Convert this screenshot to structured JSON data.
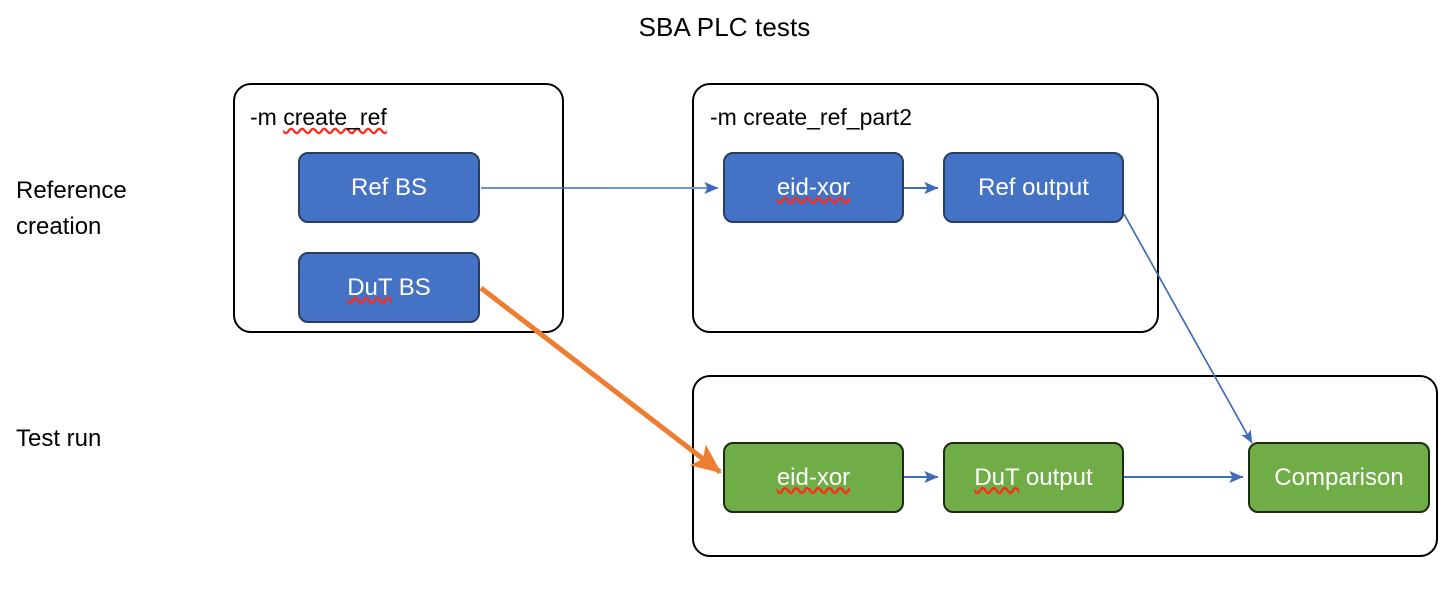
{
  "title": "SBA PLC tests",
  "row_labels": {
    "reference": "Reference\ncreation",
    "test_run": "Test run"
  },
  "groups": [
    {
      "id": "create-ref",
      "label_prefix": "-m ",
      "label_module": "create_ref",
      "misspelled": true
    },
    {
      "id": "create-ref-part2",
      "label_prefix": "-m ",
      "label_module": "create_ref_part2",
      "misspelled": false
    },
    {
      "id": "test-run",
      "label_prefix": "",
      "label_module": "",
      "misspelled": false
    }
  ],
  "nodes": {
    "ref_bs": {
      "label": "Ref BS",
      "color": "#4472C4"
    },
    "dut_bs_underlined": "DuT",
    "dut_bs_rest": " BS",
    "eid_xor_ref": {
      "label": "eid-xor",
      "color": "#4472C4"
    },
    "ref_output": {
      "label": "Ref output",
      "color": "#4472C4"
    },
    "eid_xor_test": {
      "label": "eid-xor",
      "color": "#70AD47"
    },
    "dut_output_underlined": "DuT",
    "dut_output_rest": " output",
    "comparison": {
      "label": "Comparison",
      "color": "#70AD47"
    }
  },
  "colors": {
    "blue_fill": "#4472C4",
    "blue_border": "#2A3E63",
    "green_fill": "#70AD47",
    "green_border": "#1d2b12",
    "blue_arrow": "#4472C4",
    "orange_arrow": "#ED7D31",
    "group_border": "#000000",
    "spellcheck": "#ff2a1a",
    "text_light": "#ffffff",
    "text_dark": "#000000"
  },
  "connectors": [
    {
      "id": "ref-bs-to-eid-xor-ref",
      "from": "ref_bs",
      "to": "eid_xor_ref",
      "color": "#4472C4"
    },
    {
      "id": "eid-xor-ref-to-ref-output",
      "from": "eid_xor_ref",
      "to": "ref_output",
      "color": "#4472C4"
    },
    {
      "id": "ref-output-to-comparison",
      "from": "ref_output",
      "to": "comparison",
      "color": "#4472C4"
    },
    {
      "id": "dut-bs-to-eid-xor-test",
      "from": "dut_bs",
      "to": "eid_xor_test",
      "color": "#ED7D31"
    },
    {
      "id": "eid-xor-test-to-dut-output",
      "from": "eid_xor_test",
      "to": "dut_output",
      "color": "#4472C4"
    },
    {
      "id": "dut-output-to-comparison",
      "from": "dut_output",
      "to": "comparison",
      "color": "#4472C4"
    }
  ]
}
